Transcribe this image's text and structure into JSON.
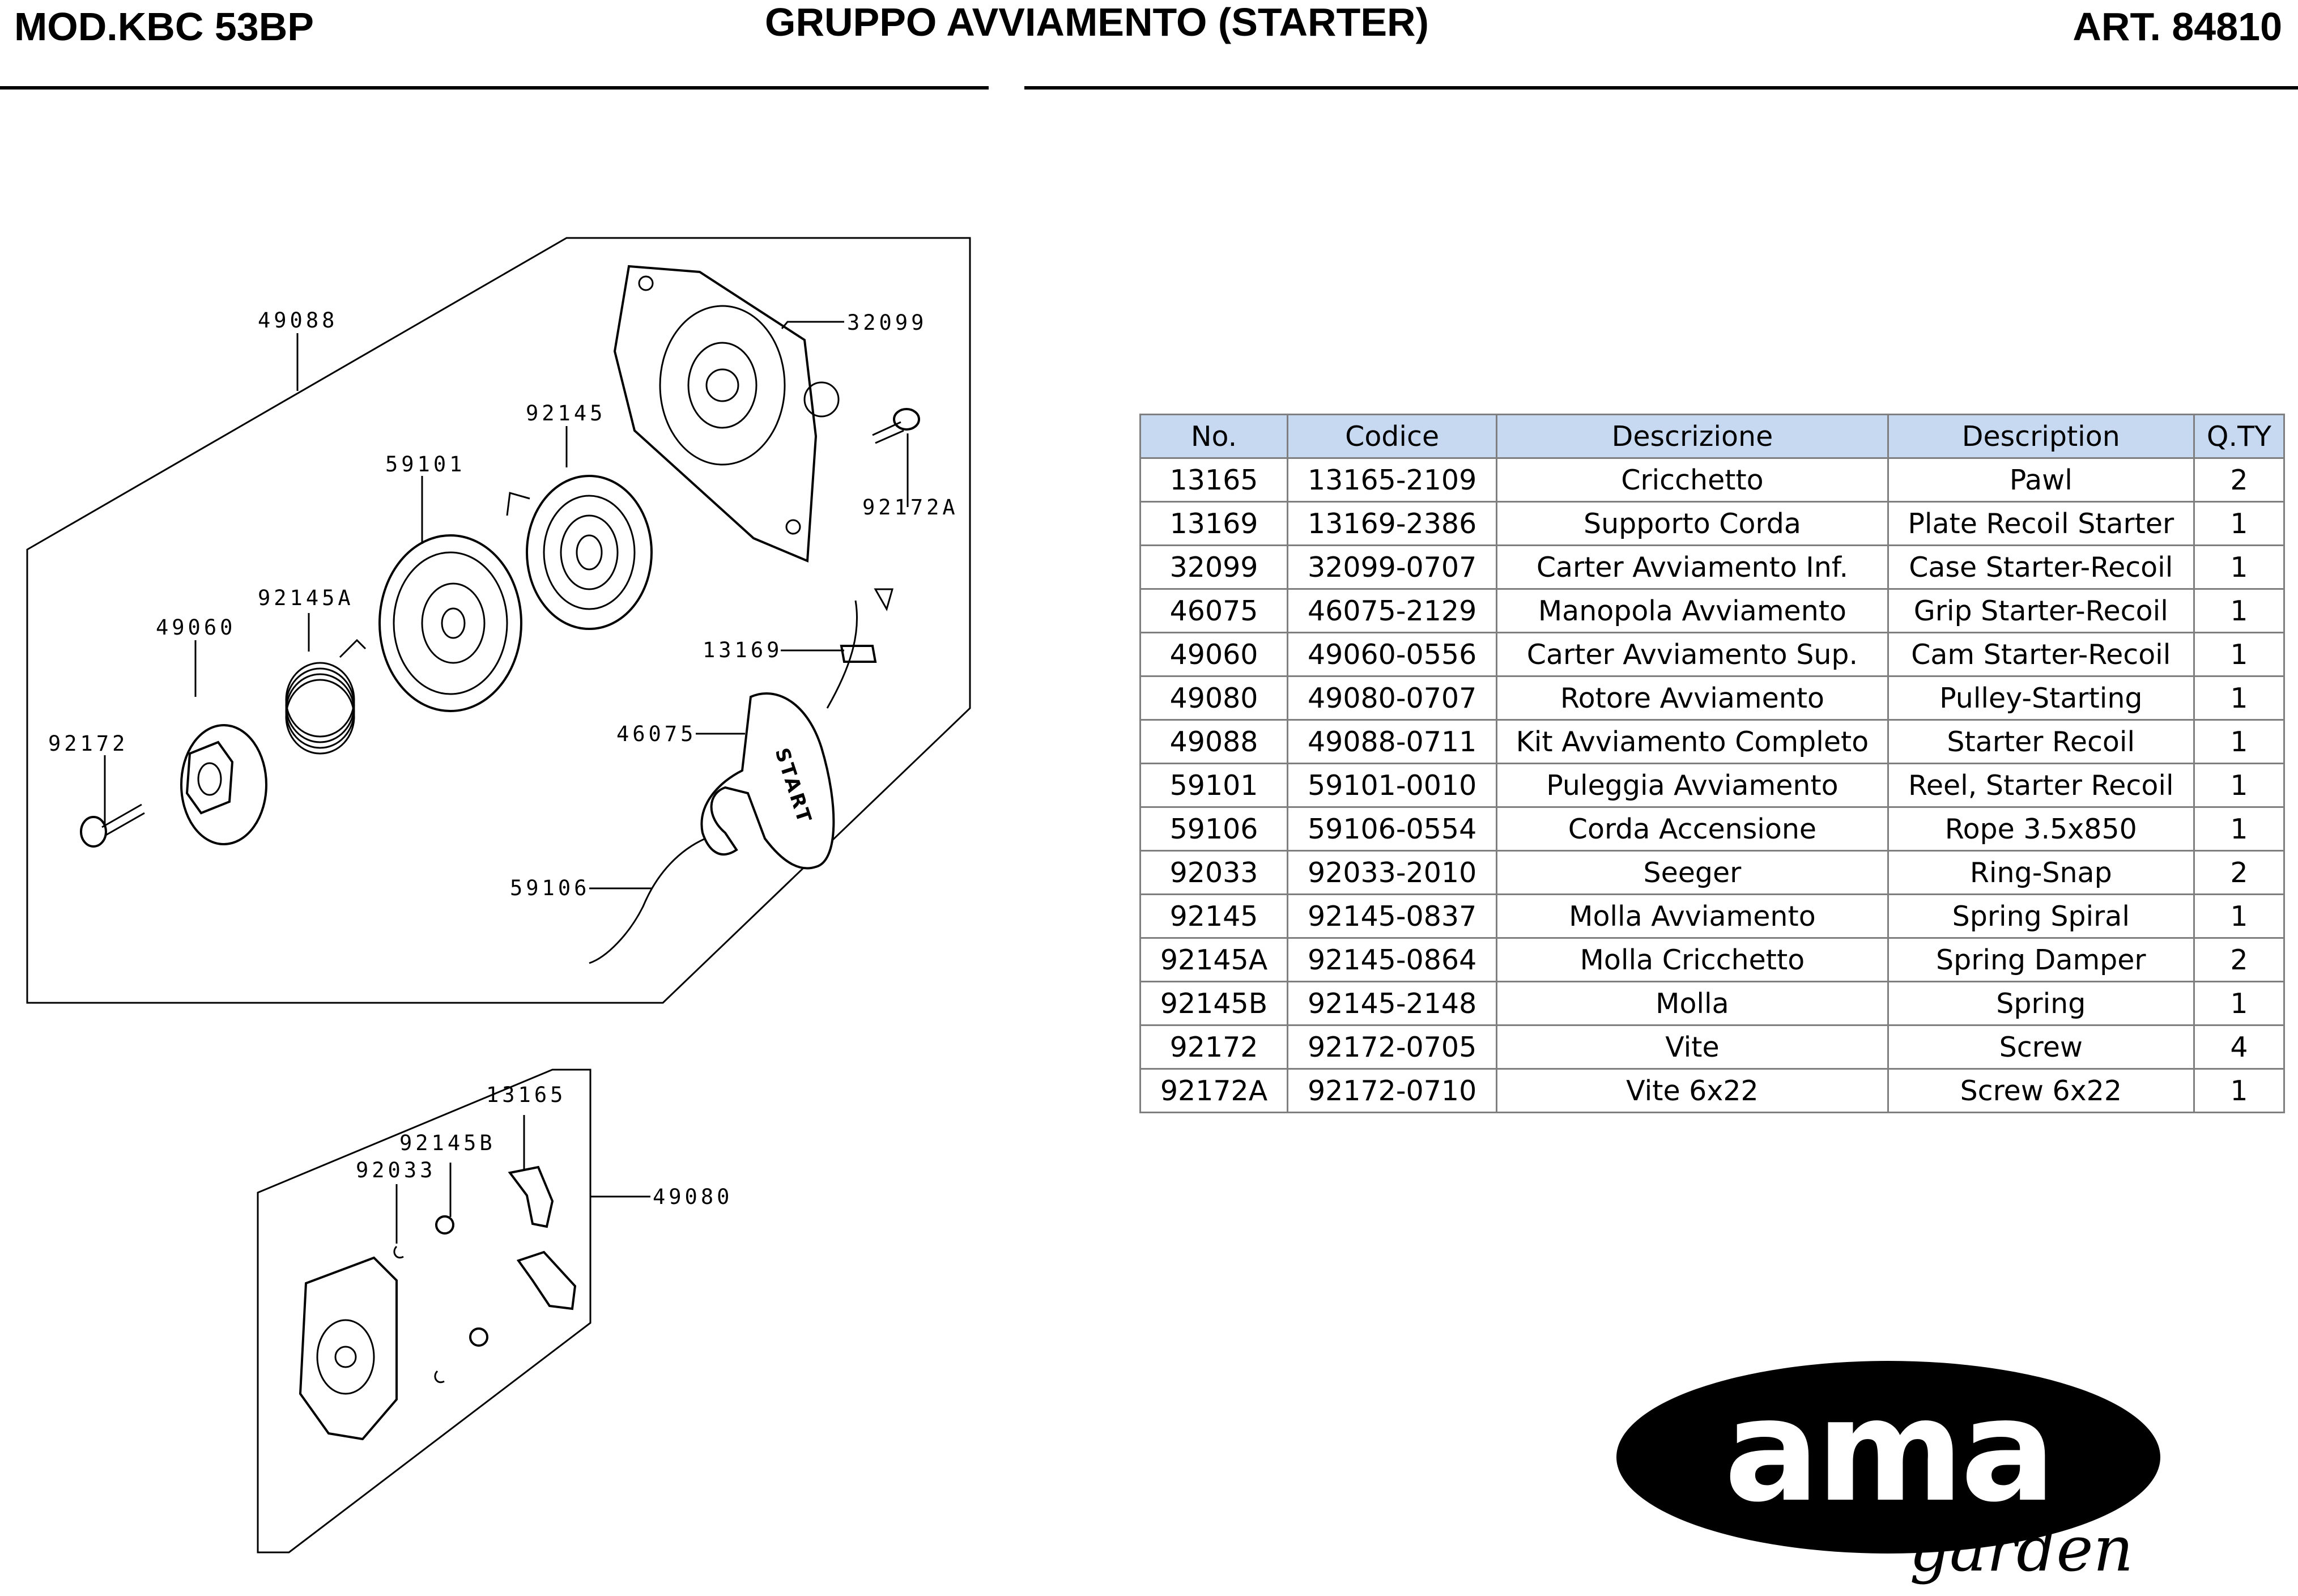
{
  "header": {
    "model": "MOD.KBC 53BP",
    "title": "GRUPPO AVVIAMENTO (STARTER)",
    "article": "ART. 84810"
  },
  "diagram": {
    "labels": {
      "l49088": "49088",
      "l32099": "32099",
      "l92145": "92145",
      "l59101": "59101",
      "l92172A": "92172A",
      "l92145A": "92145A",
      "l49060": "49060",
      "l13169": "13169",
      "l92172": "92172",
      "l46075": "46075",
      "l59106": "59106",
      "l13165": "13165",
      "l92145B": "92145B",
      "l92033": "92033",
      "l49080": "49080"
    },
    "handle_text": "START"
  },
  "table": {
    "headers": [
      "No.",
      "Codice",
      "Descrizione",
      "Description",
      "Q.TY"
    ],
    "rows": [
      [
        "13165",
        "13165-2109",
        "Cricchetto",
        "Pawl",
        "2"
      ],
      [
        "13169",
        "13169-2386",
        "Supporto Corda",
        "Plate Recoil Starter",
        "1"
      ],
      [
        "32099",
        "32099-0707",
        "Carter Avviamento Inf.",
        "Case Starter-Recoil",
        "1"
      ],
      [
        "46075",
        "46075-2129",
        "Manopola Avviamento",
        "Grip Starter-Recoil",
        "1"
      ],
      [
        "49060",
        "49060-0556",
        "Carter Avviamento Sup.",
        "Cam Starter-Recoil",
        "1"
      ],
      [
        "49080",
        "49080-0707",
        "Rotore Avviamento",
        "Pulley-Starting",
        "1"
      ],
      [
        "49088",
        "49088-0711",
        "Kit Avviamento Completo",
        "Starter Recoil",
        "1"
      ],
      [
        "59101",
        "59101-0010",
        "Puleggia Avviamento",
        "Reel, Starter Recoil",
        "1"
      ],
      [
        "59106",
        "59106-0554",
        "Corda Accensione",
        "Rope 3.5x850",
        "1"
      ],
      [
        "92033",
        "92033-2010",
        "Seeger",
        "Ring-Snap",
        "2"
      ],
      [
        "92145",
        "92145-0837",
        "Molla Avviamento",
        "Spring Spiral",
        "1"
      ],
      [
        "92145A",
        "92145-0864",
        "Molla Cricchetto",
        "Spring Damper",
        "2"
      ],
      [
        "92145B",
        "92145-2148",
        "Molla",
        "Spring",
        "1"
      ],
      [
        "92172",
        "92172-0705",
        "Vite",
        "Screw",
        "4"
      ],
      [
        "92172A",
        "92172-0710",
        "Vite 6x22",
        "Screw 6x22",
        "1"
      ]
    ]
  },
  "logo": {
    "brand": "ama",
    "sub": "garden"
  }
}
